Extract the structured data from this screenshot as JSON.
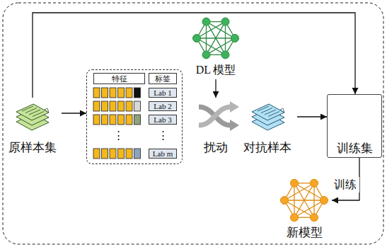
{
  "diagram": {
    "nodes": [
      {
        "text": [
          "原样本集"
        ]
      },
      {
        "text": [
          "特征",
          "标签",
          "Lab 1",
          "Lab 2",
          "Lab 3",
          "⋮",
          "⋮",
          "Lab m"
        ]
      },
      {
        "text": [
          "DL 模型"
        ]
      },
      {
        "text": [
          "扰动"
        ]
      },
      {
        "text": [
          "对抗样本"
        ]
      },
      {
        "text": [
          "训练集"
        ]
      },
      {
        "text": [
          "新模型"
        ]
      }
    ],
    "edges": [
      {
        "from": 0,
        "to": 1,
        "arrow": "to"
      },
      {
        "from": 0,
        "to": 5,
        "arrow": "to"
      },
      {
        "from": 2,
        "to": 3,
        "arrow": "to"
      },
      {
        "from": 4,
        "to": 5,
        "arrow": "to"
      },
      {
        "from": 5,
        "to": 6,
        "arrow": "to",
        "label": "训练"
      }
    ]
  }
}
